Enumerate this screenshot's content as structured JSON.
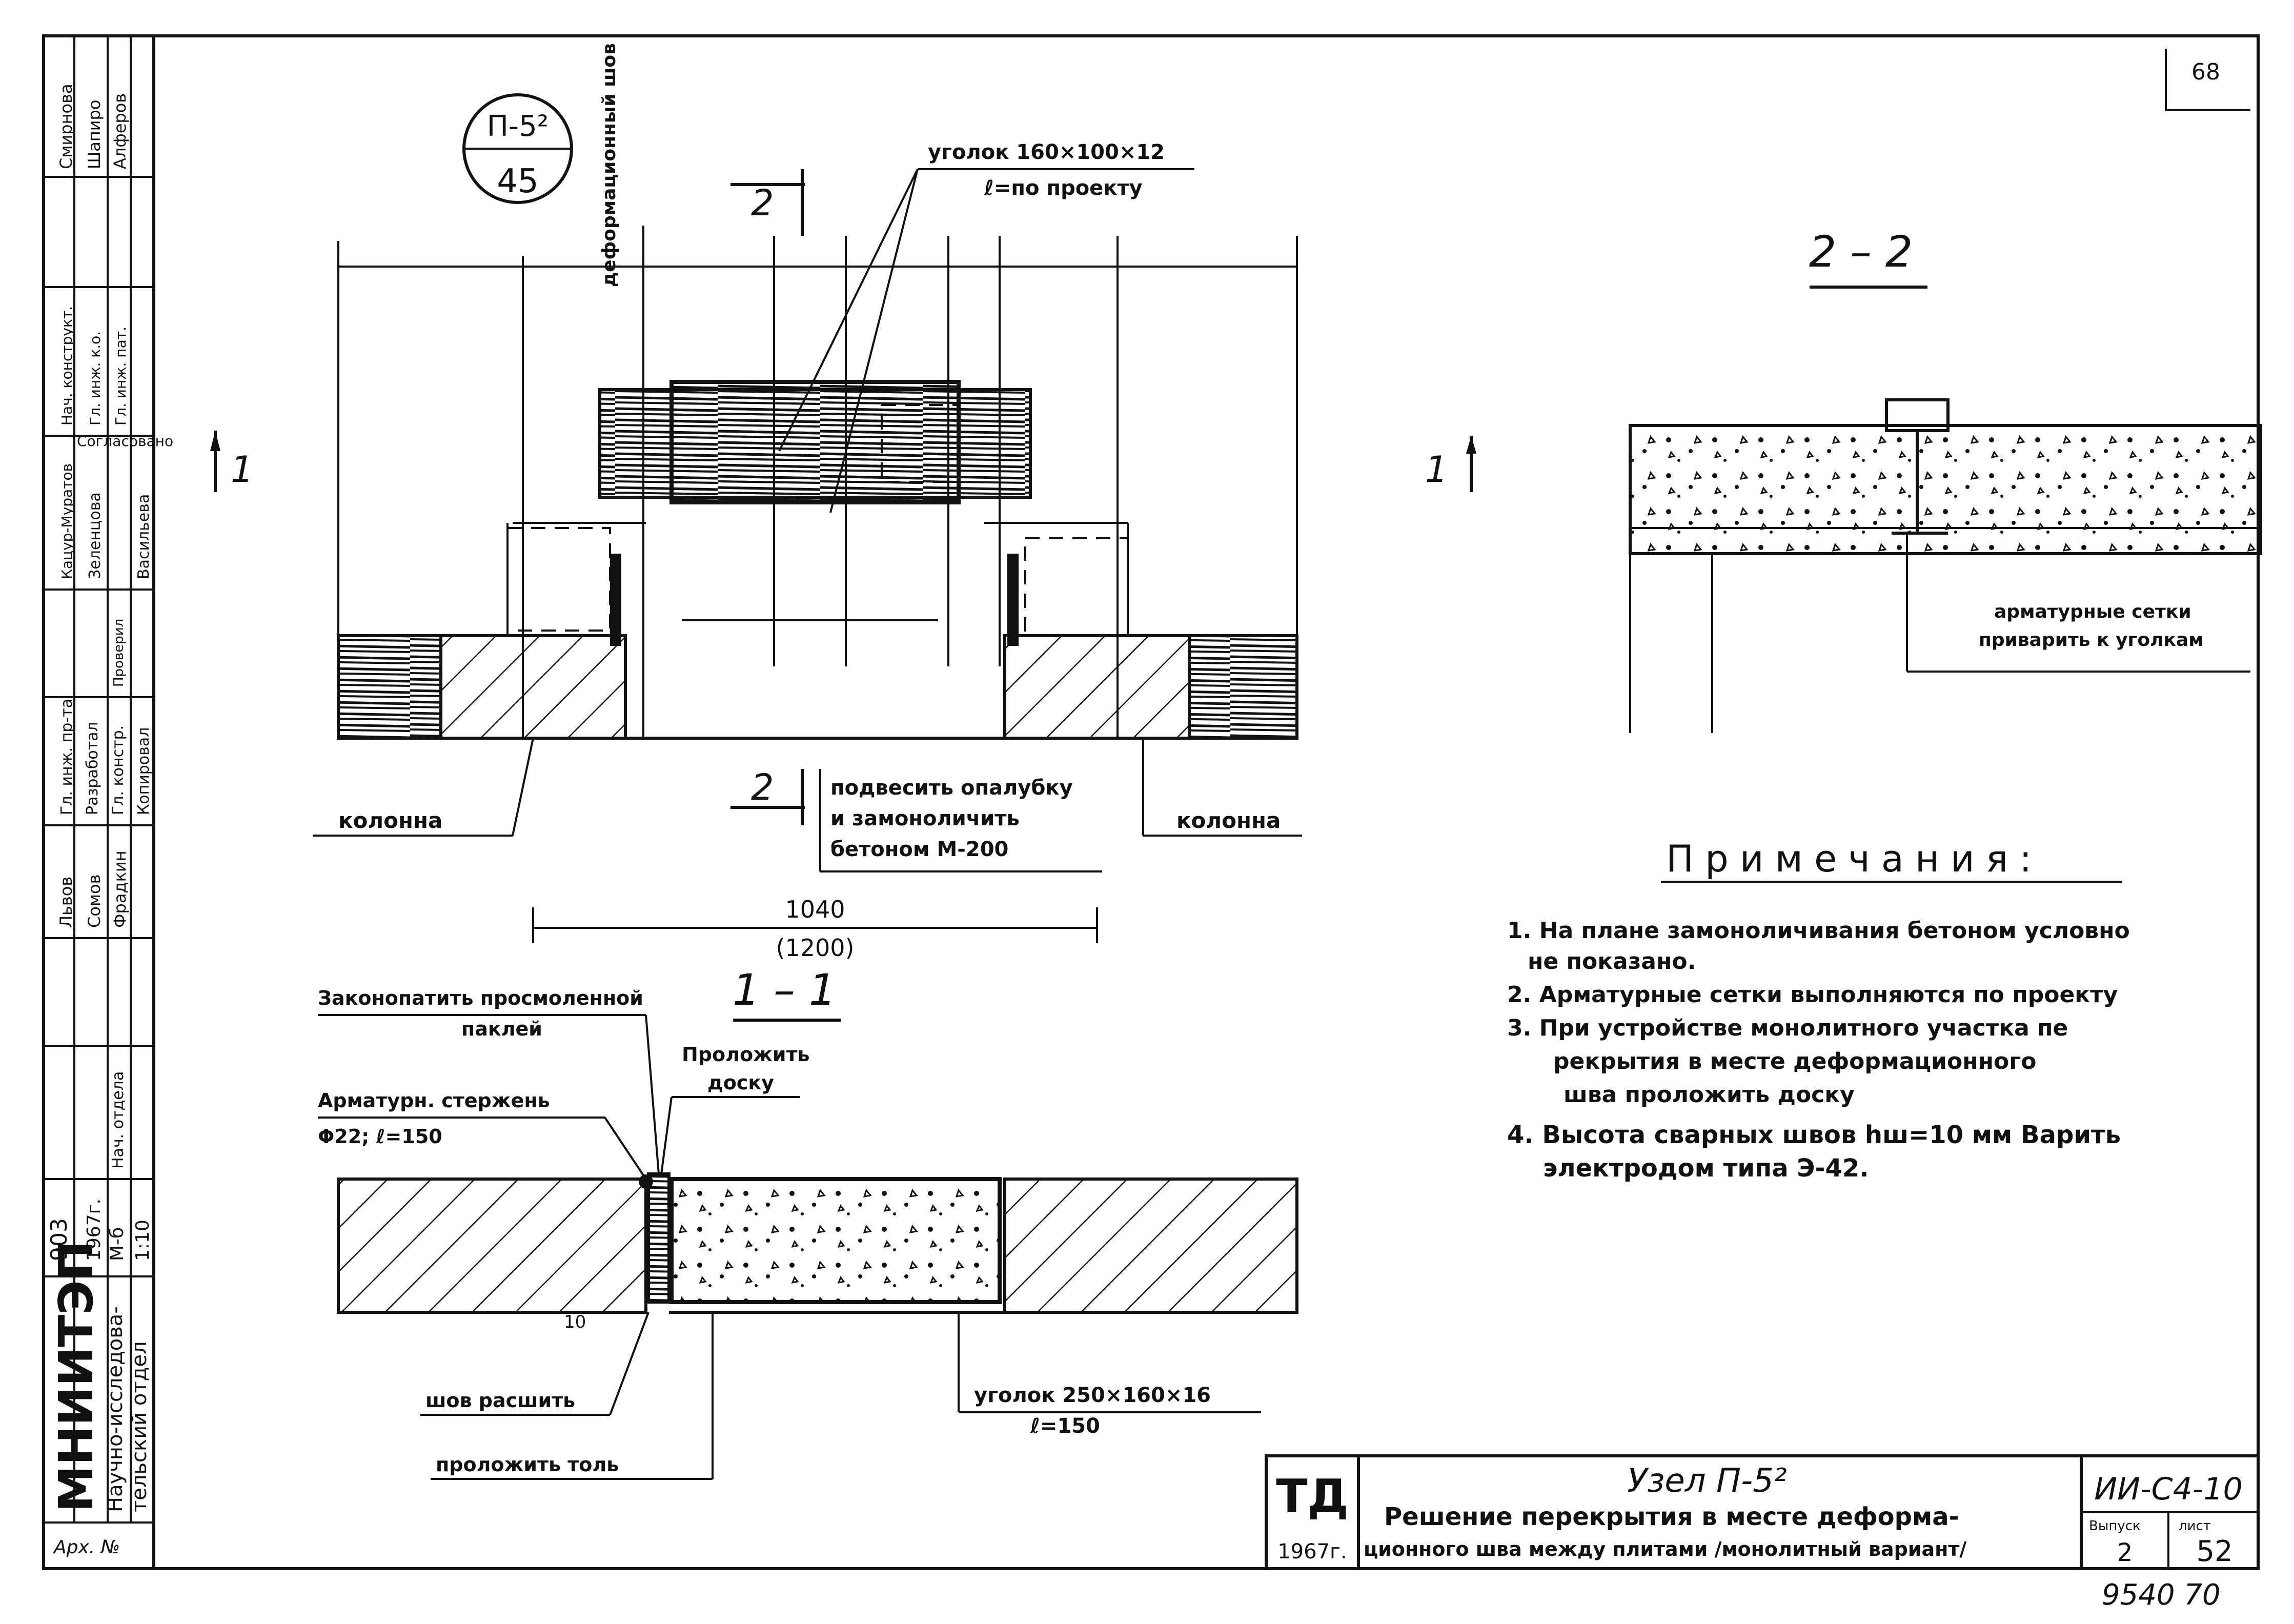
{
  "node_badge": {
    "code": "П-5²",
    "sheet_ref": "45"
  },
  "page_number": "68",
  "plan": {
    "deformation_joint_label": "деформационный шов",
    "angle_label_line1": "уголок 160×100×12",
    "angle_label_line2": "ℓ=по проекту",
    "section_mark_1": "1",
    "section_mark_2": "2",
    "column_left": "колонна",
    "column_right": "колонна",
    "formwork_note_line1": "подвесить опалубку",
    "formwork_note_line2": "и замоноличить",
    "formwork_note_line3": "бетоном М-200",
    "dim_main": "1040",
    "dim_alt": "(1200)"
  },
  "section_1_1": {
    "title": "1 – 1",
    "caulk_line1": "Законопатить просмоленной",
    "caulk_line2": "паклей",
    "board_line1": "Проложить",
    "board_line2": "доску",
    "rebar_line1": "Арматурн. стержень",
    "rebar_line2": "Φ22; ℓ=150",
    "joint_seal": "шов расшить",
    "tol": "проложить толь",
    "angle2_line1": "уголок 250×160×16",
    "angle2_line2": "ℓ=150",
    "dim_10": "10"
  },
  "section_2_2": {
    "title": "2 – 2",
    "mesh_line1": "арматурные сетки",
    "mesh_line2": "приварить к уголкам"
  },
  "notes": {
    "heading": "Примечания:",
    "items": [
      "1. На плане замоноличивания бетоном условно",
      "не показано.",
      "2. Арматурные сетки выполняются по проекту",
      "3. При устройстве монолитного участка пе",
      "рекрытия в месте деформационного",
      "шва проложить доску",
      "4. Высота сварных швов hш=10 мм Варить",
      "электродом типа Э-42."
    ]
  },
  "title_block": {
    "td": "ТД",
    "year": "1967г.",
    "node_title": "Узел П-5²",
    "desc_line1": "Решение перекрытия в месте деформа-",
    "desc_line2": "ционного шва между плитами /монолитный вариант/",
    "code": "ИИ-С4-10",
    "issue_label": "Выпуск",
    "sheet_label": "лист",
    "issue": "2",
    "sheet": "52"
  },
  "side_block": {
    "org": "МНИИТЭП",
    "dept_line1": "Научно-исследова-",
    "dept_line2": "тельский отдел",
    "arch": "Арх. №",
    "series": "903",
    "series_year": "1967г.",
    "scale_label": "М-б",
    "scale": "1:10",
    "roles": [
      "Нач. отдела",
      "Гл. констр.",
      "Гл. инж. пр-та",
      "Разработал",
      "Проверил",
      "Копировал",
      "Согласовано",
      "Нач. конструкт.",
      "Гл. инж. к.о.",
      "Гл. инж. пат."
    ],
    "names": [
      "Смирнова",
      "Шапиро",
      "Алферов",
      "Зеленцова",
      "Кацур-Муратов",
      "Васильева",
      "Львов",
      "Сомов",
      "Фрадкин"
    ]
  },
  "stamp_bottom": "9540   70"
}
